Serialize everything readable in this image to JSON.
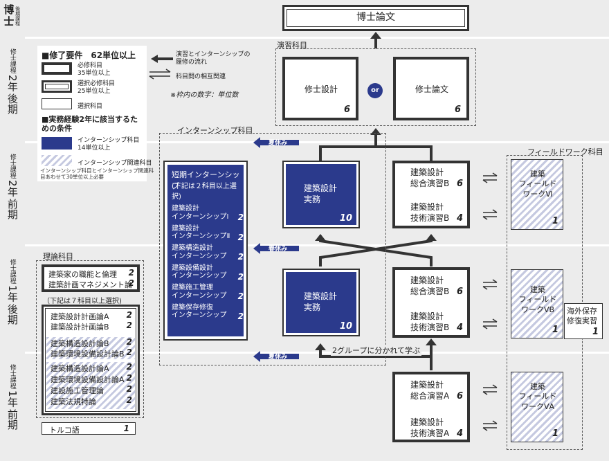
{
  "semesters": [
    {
      "id": "dr",
      "top": "博",
      "bottom": "士",
      "sub": "後期課程"
    },
    {
      "id": "m2b",
      "line1": "修士課程",
      "line2": "2年",
      "line3": "後期"
    },
    {
      "id": "m2a",
      "line1": "修士課程",
      "line2": "2年",
      "line3": "前期"
    },
    {
      "id": "m1b",
      "line1": "修士課程",
      "line2": "1年",
      "line3": "後期"
    },
    {
      "id": "m1a",
      "line1": "修士課程",
      "line2": "1年",
      "line3": "前期"
    }
  ],
  "doctoral_thesis": "博士論文",
  "legend": {
    "title": "■修了要件　62単位以上",
    "req_label": "必修科目",
    "req_units": "35単位以上",
    "elec_req_label": "選択必修科目",
    "elec_req_units": "25単位以上",
    "elec_label": "選択科目",
    "flow_note": "演習とインターンシップの履修の流れ",
    "relation_note": "科目間の相互関連",
    "unit_note": "※枠内の数字：単位数",
    "exp_title": "■実務経験2年に該当するための条件",
    "intern_label": "インターンシップ科目",
    "intern_units": "14単位以上",
    "intern_rel_label": "インターンシップ関連科目",
    "combo_note": "インターンシップ科目とインターンシップ関連科目あわせて30単位以上必要"
  },
  "seminar_section": {
    "title": "演習科目",
    "master_design": "修士設計",
    "master_design_units": "6",
    "or": "or",
    "master_thesis": "修士論文",
    "master_thesis_units": "6"
  },
  "internship_section": {
    "title": "インターンシップ科目",
    "short_title": "短期インターンシップ",
    "short_note": "(下記は２科目以上選択)",
    "items": [
      {
        "name": "建築設計インターンシップⅠ",
        "l1": "建築設計",
        "l2": "インターンシップⅠ",
        "units": "2"
      },
      {
        "name": "建築設計インターンシップⅡ",
        "l1": "建築設計",
        "l2": "インターンシップⅡ",
        "units": "2"
      },
      {
        "name": "建築構造設計インターンシップ",
        "l1": "建築構造設計",
        "l2": "インターンシップ",
        "units": "2"
      },
      {
        "name": "建築設備設計インターンシップ",
        "l1": "建築設備設計",
        "l2": "インターンシップ",
        "units": "2"
      },
      {
        "name": "建築施工管理インターンシップ",
        "l1": "建築施工管理",
        "l2": "インターンシップ",
        "units": "2"
      },
      {
        "name": "建築保存修復インターンシップ",
        "l1": "建築保存修復",
        "l2": "インターンシップ",
        "units": "2"
      }
    ],
    "practice1_l1": "建築設計",
    "practice1_l2": "実務",
    "practice1_units": "10",
    "practice2_l1": "建築設計",
    "practice2_l2": "実務",
    "practice2_units": "10"
  },
  "breaks": {
    "summer1": "夏休み",
    "spring": "春休み",
    "summer2": "夏休み"
  },
  "group_note": "2グループに分かれて学ぶ",
  "seminars": {
    "m2a_a_l1": "建築設計",
    "m2a_a_l2": "総合演習B",
    "m2a_a_units": "6",
    "m2a_b_l1": "建築設計",
    "m2a_b_l2": "技術演習B",
    "m2a_b_units": "4",
    "m1b_a_l1": "建築設計",
    "m1b_a_l2": "総合演習B",
    "m1b_a_units": "6",
    "m1b_b_l1": "建築設計",
    "m1b_b_l2": "技術演習B",
    "m1b_b_units": "4",
    "m1a_a_l1": "建築設計",
    "m1a_a_l2": "総合演習A",
    "m1a_a_units": "6",
    "m1a_b_l1": "建築設計",
    "m1a_b_l2": "技術演習A",
    "m1a_b_units": "4"
  },
  "fieldwork": {
    "title": "フィールドワーク科目",
    "fw6_l1": "建築",
    "fw6_l2": "フィールド",
    "fw6_l3": "ワークⅥ",
    "fw6_units": "1",
    "fw5b_l1": "建築",
    "fw5b_l2": "フィールド",
    "fw5b_l3": "ワークⅤB",
    "fw5b_units": "1",
    "fw5a_l1": "建築",
    "fw5a_l2": "フィールド",
    "fw5a_l3": "ワークⅤA",
    "fw5a_units": "1",
    "overseas_l1": "海外保存",
    "overseas_l2": "修復実習",
    "overseas_units": "1"
  },
  "theory_section": {
    "title": "理論科目",
    "top_items": [
      {
        "name": "建築家の職能と倫理",
        "units": "2"
      },
      {
        "name": "建築計画マネジメント論",
        "units": "2"
      }
    ],
    "select_note": "（下記は７科目以上選択)",
    "group1": [
      {
        "name": "建築設計計画論A",
        "units": "2"
      },
      {
        "name": "建築設計計画論B",
        "units": "2"
      }
    ],
    "group2": [
      {
        "name": "建築構造設計論B",
        "units": "2"
      },
      {
        "name": "建築環境設備設計論B",
        "units": "2"
      }
    ],
    "group3": [
      {
        "name": "建築構造設計論A",
        "units": "2"
      },
      {
        "name": "建築環境設備設計論A",
        "units": "2"
      },
      {
        "name": "建設施工管理論",
        "units": "2"
      },
      {
        "name": "建築法規特論",
        "units": "2"
      }
    ],
    "turkish": "トルコ語",
    "turkish_units": "1"
  }
}
